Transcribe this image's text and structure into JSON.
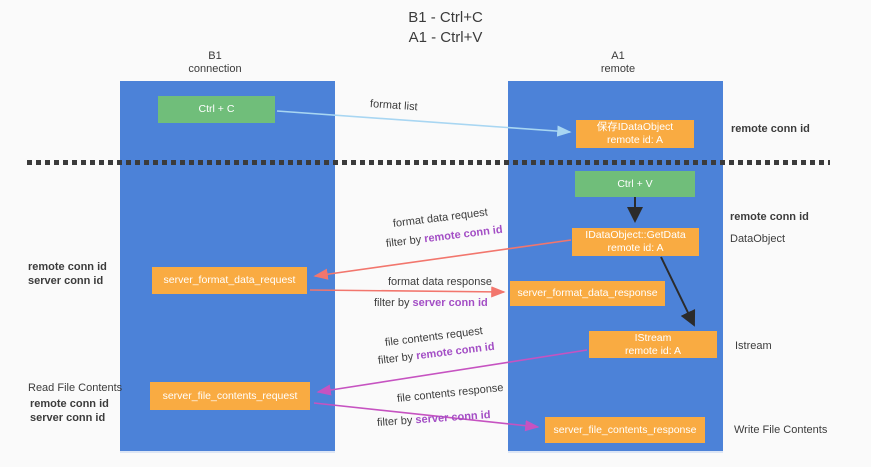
{
  "title": {
    "line1": "B1 - Ctrl+C",
    "line2": "A1 - Ctrl+V"
  },
  "columns": {
    "left": {
      "name": "B1",
      "role": "connection"
    },
    "right": {
      "name": "A1",
      "role": "remote"
    }
  },
  "nodes": {
    "ctrl_c": "Ctrl + C",
    "ctrl_v": "Ctrl + V",
    "save_idataobject": {
      "line1": "保存IDataObject",
      "line2": "remote id: A"
    },
    "getdata": {
      "line1": "IDataObject::GetData",
      "line2": "remote id: A"
    },
    "istream": {
      "line1": "IStream",
      "line2": "remote id: A"
    },
    "server_format_data_request": "server_format_data_request",
    "server_format_data_response": "server_format_data_response",
    "server_file_contents_request": "server_file_contents_request",
    "server_file_contents_response": "server_file_contents_response"
  },
  "flow": {
    "format_list": "format list",
    "format_data_request": "format data request",
    "format_data_response": "format data response",
    "file_contents_request": "file contents request",
    "file_contents_response": "file contents response",
    "filter_by": "filter by",
    "remote_conn_id": "remote conn id",
    "server_conn_id": "server conn id"
  },
  "side": {
    "remote_conn_id": "remote conn id",
    "server_conn_id": "server conn id",
    "dataobject": "DataObject",
    "istream": "Istream",
    "read_file_contents": "Read File Contents",
    "write_file_contents": "Write File Contents"
  },
  "colors": {
    "column_blue": "#4c82d8",
    "node_green": "#70be7a",
    "node_orange": "#f9ab42",
    "arrow_lightblue": "#a8d6f2",
    "arrow_black": "#2b2b2b",
    "arrow_salmon": "#f2766d",
    "arrow_magenta": "#c653c1",
    "label_purple": "#a34ec5",
    "label_green": "#57b75f"
  }
}
